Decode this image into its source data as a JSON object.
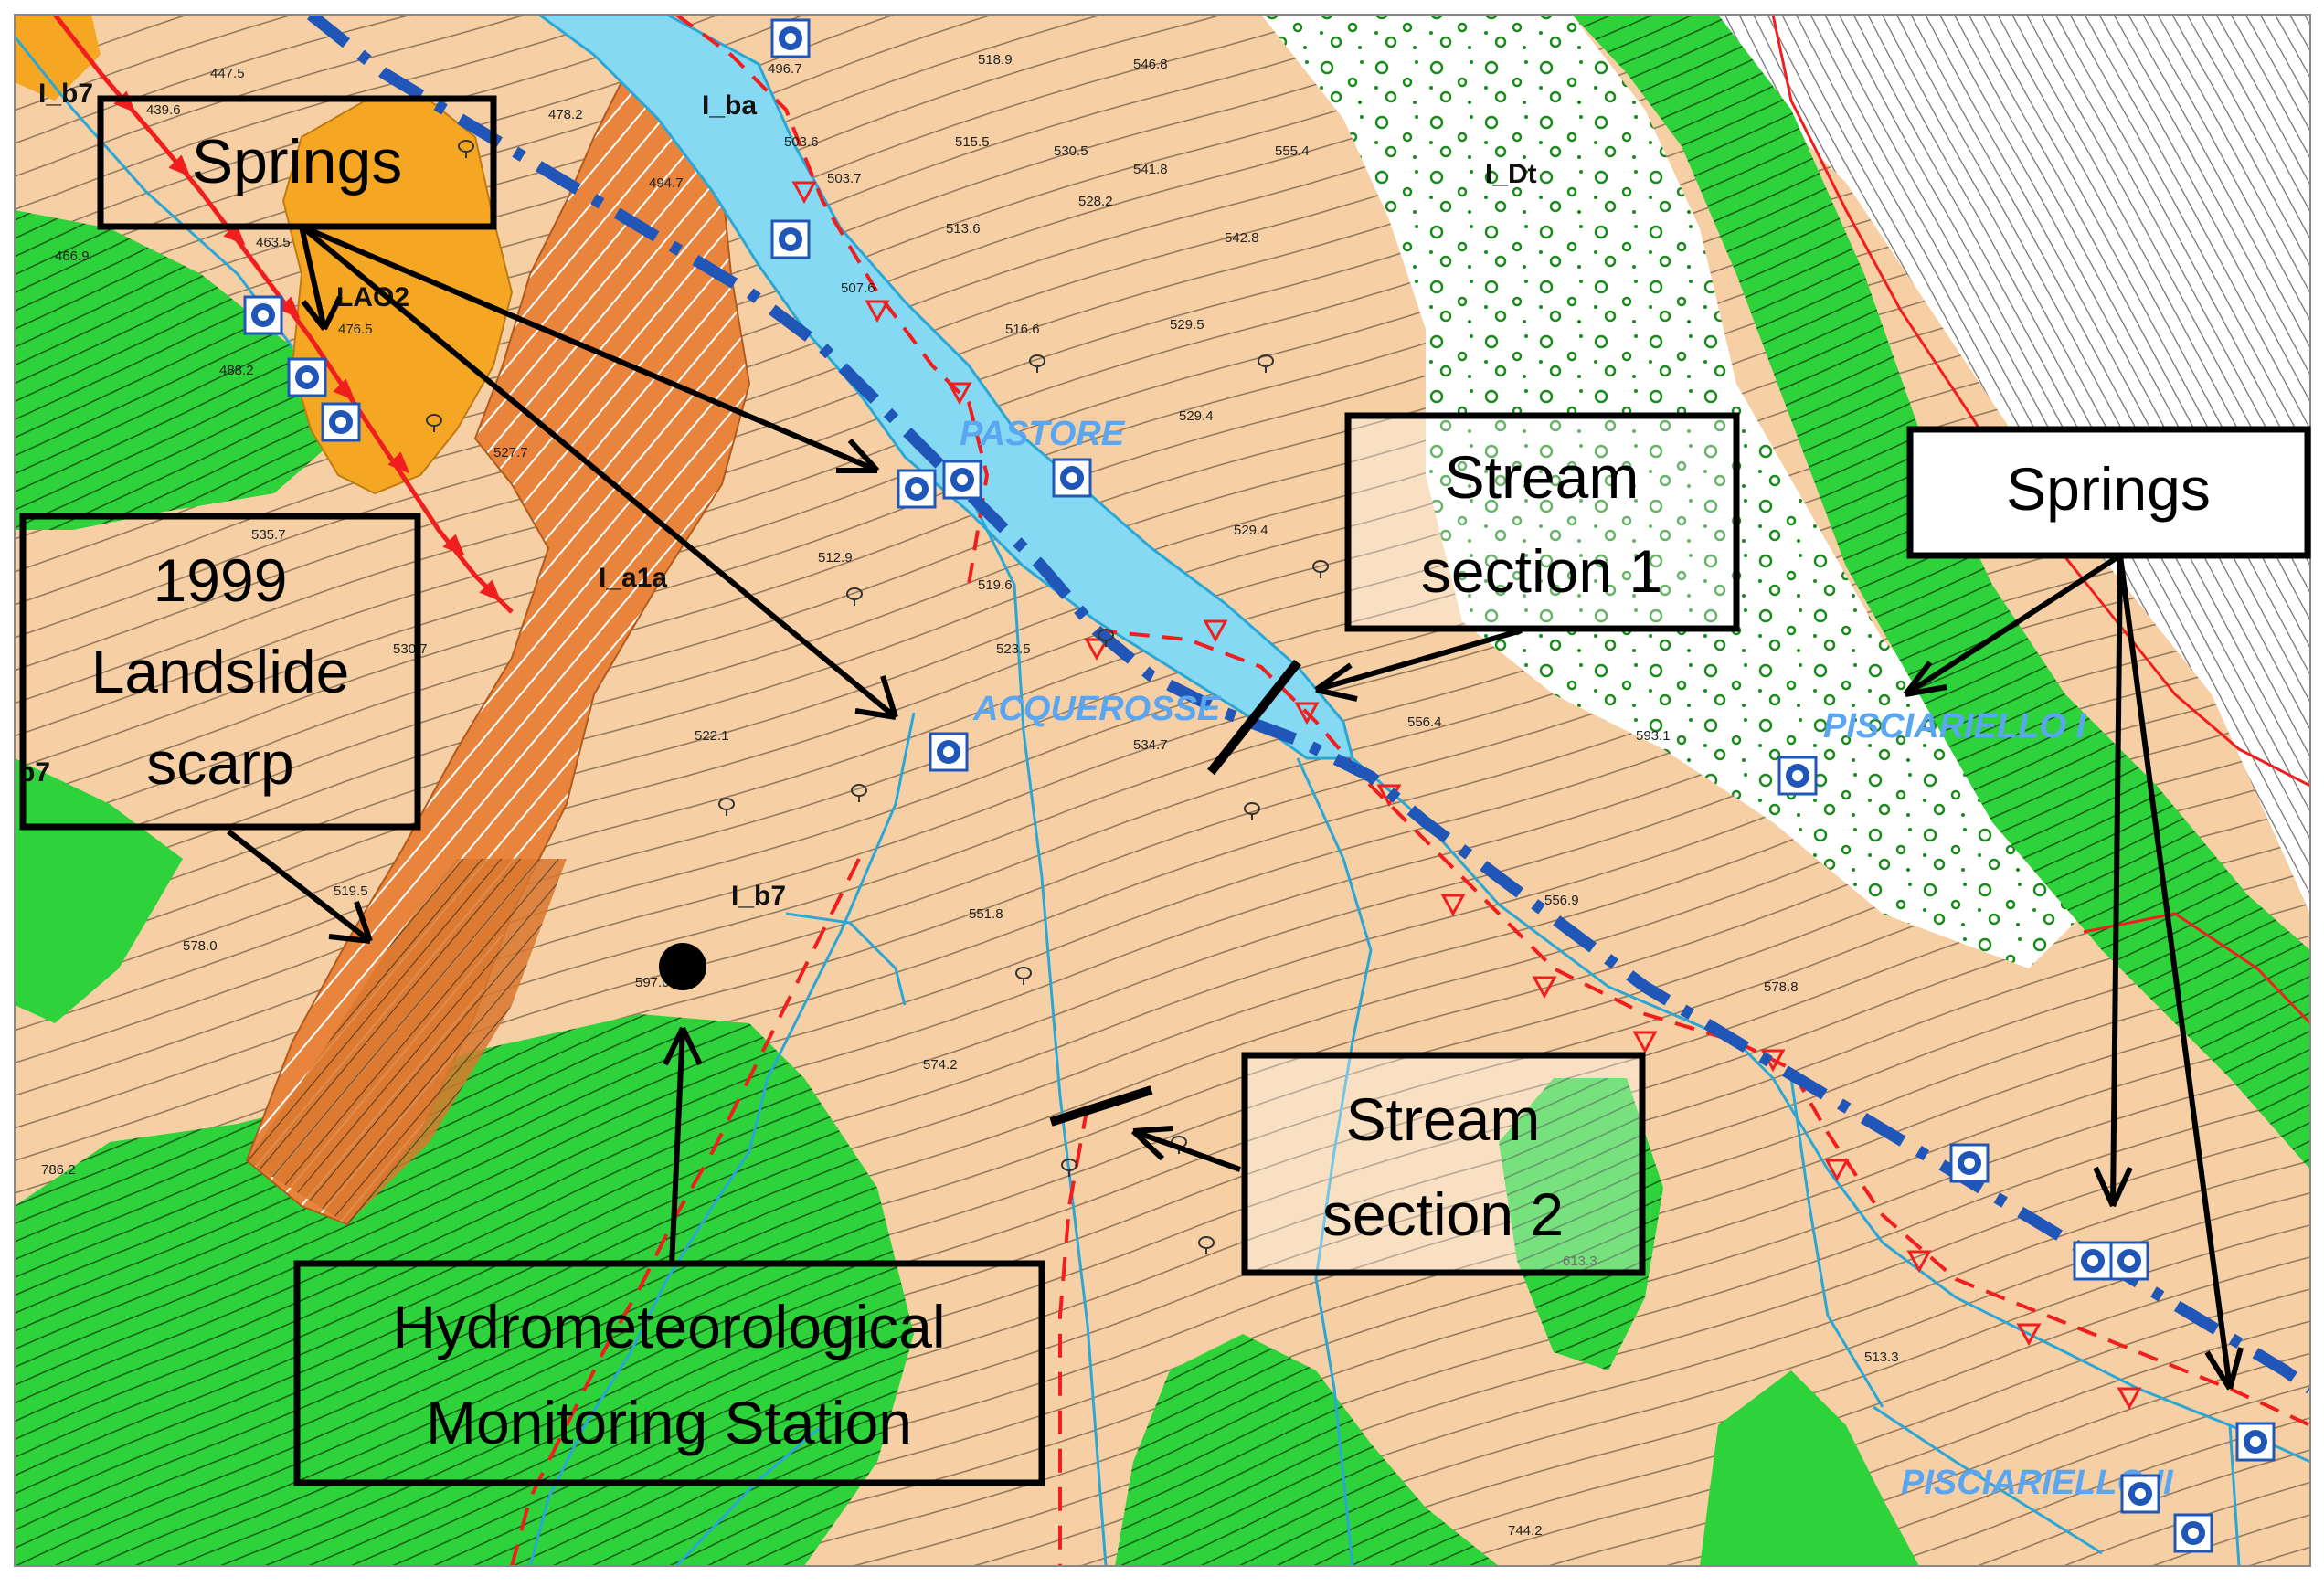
{
  "colors": {
    "terrain": "#F6CFA4",
    "forest": "#2ED23A",
    "river": "#86D9F2",
    "landslide_yellow": "#F5A623",
    "landslide_orange": "#E8843C",
    "fault_blue": "#1F56B8",
    "fault_red": "#F01E1E",
    "stream": "#2BA7D6",
    "contour": "#3A2A1A",
    "place_label": "#5AA6F0"
  },
  "annotations": {
    "springs_top_left": "Springs",
    "springs_right": "Springs",
    "landslide_scarp": [
      "1999",
      "Landslide",
      "scarp"
    ],
    "stream_section_1": [
      "Stream",
      "section 1"
    ],
    "stream_section_2": [
      "Stream",
      "section 2"
    ],
    "monitoring_station": [
      "Hydrometeorological",
      "Monitoring Station"
    ]
  },
  "place_labels": [
    "PASTORE",
    "ACQUEROSSE",
    "PISCIARIELLO I",
    "PISCIARIELLO II"
  ],
  "geology_labels": [
    "I_b7",
    "I_ba",
    "I_Dt",
    "LAO2",
    "I_a1a",
    "I_b7",
    "b7"
  ],
  "elevation_labels": [
    "447.5",
    "439.6",
    "478.2",
    "496.7",
    "518.9",
    "546.8",
    "503.6",
    "503.7",
    "515.5",
    "530.5",
    "555.4",
    "494.7",
    "541.8",
    "513.6",
    "528.2",
    "542.8",
    "463.5",
    "466.9",
    "476.5",
    "507.6",
    "516.6",
    "529.5",
    "488.2",
    "529.4",
    "527.7",
    "529.4",
    "535.7",
    "512.9",
    "519.6",
    "523.5",
    "530.7",
    "522.1",
    "534.7",
    "556.4",
    "593.1",
    "519.5",
    "551.8",
    "556.9",
    "578.8",
    "578.0",
    "597.0",
    "574.2",
    "613.3",
    "786.2",
    "513.3",
    "744.2"
  ],
  "icon_names": [
    "spring-marker-icon",
    "monitoring-station-dot-icon",
    "tree-symbol-icon"
  ]
}
